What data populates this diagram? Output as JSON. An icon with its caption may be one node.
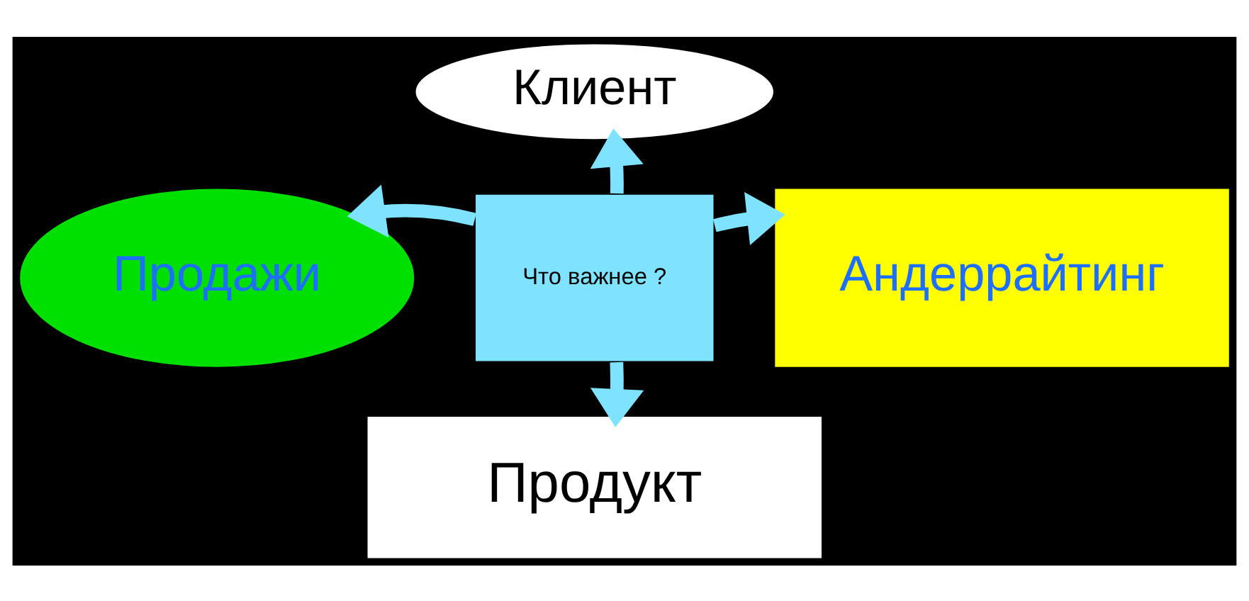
{
  "diagram": {
    "nodes": [
      {
        "text": [
          "Клиент"
        ]
      },
      {
        "text": [
          "Продажи"
        ]
      },
      {
        "text": [
          "Что важнее ?"
        ]
      },
      {
        "text": [
          "Андеррайтинг"
        ]
      },
      {
        "text": [
          "Продукт"
        ]
      }
    ],
    "edges": [
      {
        "from": 2,
        "to": 0,
        "arrow": "to"
      },
      {
        "from": 2,
        "to": 1,
        "arrow": "to"
      },
      {
        "from": 2,
        "to": 3,
        "arrow": "to"
      },
      {
        "from": 2,
        "to": 4,
        "arrow": "to"
      }
    ]
  }
}
